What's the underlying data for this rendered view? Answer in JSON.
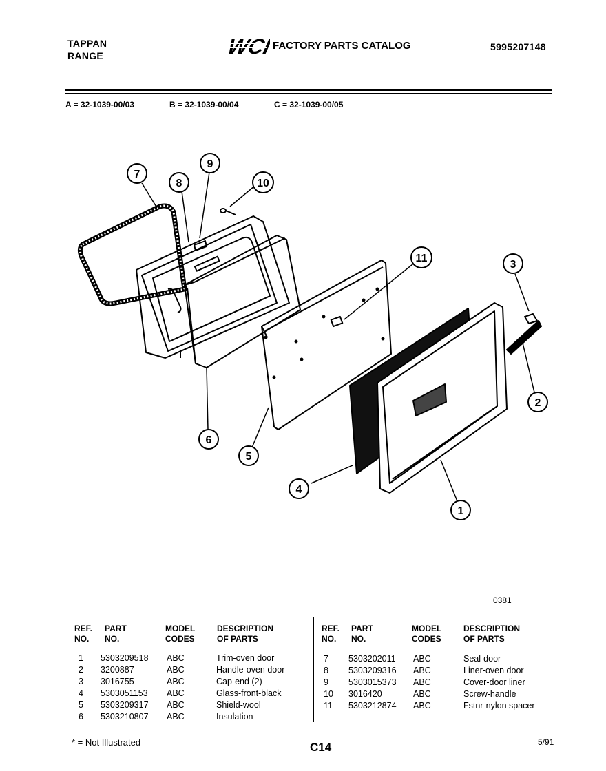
{
  "header": {
    "brand_line1": "TAPPAN",
    "brand_line2": "RANGE",
    "logo_text": "WCI",
    "catalog_title": "FACTORY PARTS CATALOG",
    "catalog_number": "5995207148"
  },
  "models": {
    "a": "A = 32-1039-00/03",
    "b": "B = 32-1039-00/04",
    "c": "C = 32-1039-00/05"
  },
  "diagram": {
    "callouts": [
      "1",
      "2",
      "3",
      "4",
      "5",
      "6",
      "7",
      "8",
      "9",
      "10",
      "11"
    ],
    "code": "0381"
  },
  "table": {
    "headers": {
      "ref": [
        "REF.",
        "NO."
      ],
      "part": [
        "PART",
        "NO."
      ],
      "model": [
        "MODEL",
        "CODES"
      ],
      "desc": [
        "DESCRIPTION",
        "OF PARTS"
      ]
    },
    "left_rows": [
      {
        "ref": "1",
        "part": "5303209518",
        "codes": "ABC",
        "desc": "Trim-oven door"
      },
      {
        "ref": "2",
        "part": "3200887",
        "codes": "ABC",
        "desc": "Handle-oven door"
      },
      {
        "ref": "3",
        "part": "3016755",
        "codes": "ABC",
        "desc": "Cap-end (2)"
      },
      {
        "ref": "4",
        "part": "5303051153",
        "codes": "ABC",
        "desc": "Glass-front-black"
      },
      {
        "ref": "5",
        "part": "5303209317",
        "codes": "ABC",
        "desc": "Shield-wool"
      },
      {
        "ref": "6",
        "part": "5303210807",
        "codes": "ABC",
        "desc": "Insulation"
      }
    ],
    "right_rows": [
      {
        "ref": "7",
        "part": "5303202011",
        "codes": "ABC",
        "desc": "Seal-door"
      },
      {
        "ref": "8",
        "part": "5303209316",
        "codes": "ABC",
        "desc": "Liner-oven door"
      },
      {
        "ref": "9",
        "part": "5303015373",
        "codes": "ABC",
        "desc": "Cover-door liner"
      },
      {
        "ref": "10",
        "part": "3016420",
        "codes": "ABC",
        "desc": "Screw-handle"
      },
      {
        "ref": "11",
        "part": "5303212874",
        "codes": "ABC",
        "desc": "Fstnr-nylon spacer"
      }
    ]
  },
  "footer": {
    "note": "* = Not Illustrated",
    "page": "C14",
    "date": "5/91"
  }
}
